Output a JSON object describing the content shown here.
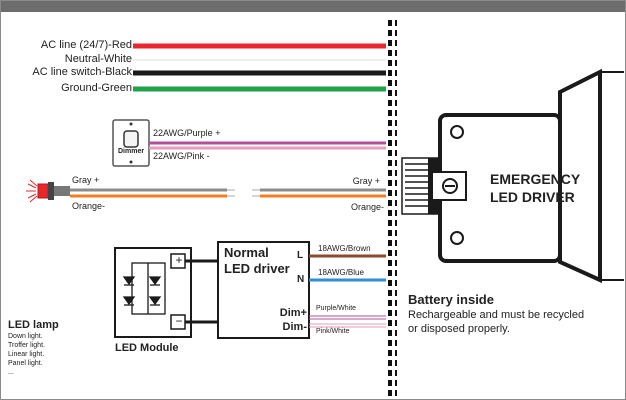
{
  "ac_lines": {
    "live": "AC line (24/7)-Red",
    "neutral": "Neutral-White",
    "switch": "AC line switch-Black",
    "ground": "Ground-Green"
  },
  "dimmer": {
    "label": "Dimmer",
    "wire_plus": "22AWG/Purple +",
    "wire_minus": "22AWG/Pink -"
  },
  "test_switch": {
    "gray_left": "Gray +",
    "orange_left": "Orange-",
    "gray_right": "Gray +",
    "orange_right": "Orange-"
  },
  "driver": {
    "title_line1": "Normal",
    "title_line2": "LED driver",
    "terminal_l": "L",
    "terminal_n": "N",
    "terminal_dim_plus": "Dim+",
    "terminal_dim_minus": "Dim-",
    "wire_brown": "18AWG/Brown",
    "wire_blue": "18AWG/Blue",
    "wire_purple_white": "Purple/White",
    "wire_pink_white": "Pink/White"
  },
  "led_module": {
    "label": "LED  Module",
    "plus": "+",
    "minus": "−"
  },
  "led_lamp": {
    "title": "LED lamp",
    "items": [
      "Down light.",
      "Troffer light.",
      "Linear light.",
      "Panel light.",
      "..."
    ]
  },
  "emergency": {
    "line1": "EMERGENCY",
    "line2": "LED DRIVER"
  },
  "battery": {
    "title": "Battery inside",
    "line1": "Rechargeable and must be recycled",
    "line2": "or disposed properly."
  },
  "colors": {
    "red": "#e8262b",
    "black": "#1a1a1a",
    "green": "#1fa24a",
    "purple": "#b0509a",
    "pink": "#e79bbd",
    "gray": "#8c8c8c",
    "orange": "#f07f22",
    "brown": "#8b4a2b",
    "blue": "#2f8fd0"
  }
}
